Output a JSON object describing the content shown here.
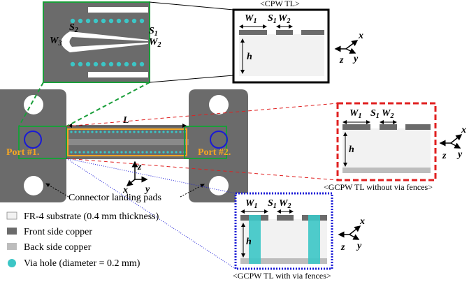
{
  "title_cpw": "<CPW TL>",
  "title_gcpw_novia": "<GCPW TL without via fences>",
  "title_gcpw_via": "<GCPW TL with via fences>",
  "port1": "Port #1.",
  "port2": "Port #2.",
  "length_label": "L",
  "connector_label": "Connector landing pads",
  "legend": {
    "fr4": "FR-4 substrate (0.4 mm thickness)",
    "front": "Front side copper",
    "back": "Back side copper",
    "via": "Via hole (diameter = 0.2 mm)"
  },
  "dims": {
    "w1": "W",
    "w2": "W",
    "s": "S",
    "h": "h",
    "sub1": "1",
    "sub2": "2",
    "sub3": "3"
  },
  "axes": {
    "x": "x",
    "y": "y",
    "z": "z"
  },
  "colors": {
    "copper_front": "#6b6b6b",
    "copper_back": "#bdbdbd",
    "substrate": "#f2f2f2",
    "via": "#3cc6c6",
    "green_box": "#1a9e3a",
    "red_box": "#e02020",
    "blue_box": "#1a1ad6",
    "orange_line": "#f5a623"
  }
}
